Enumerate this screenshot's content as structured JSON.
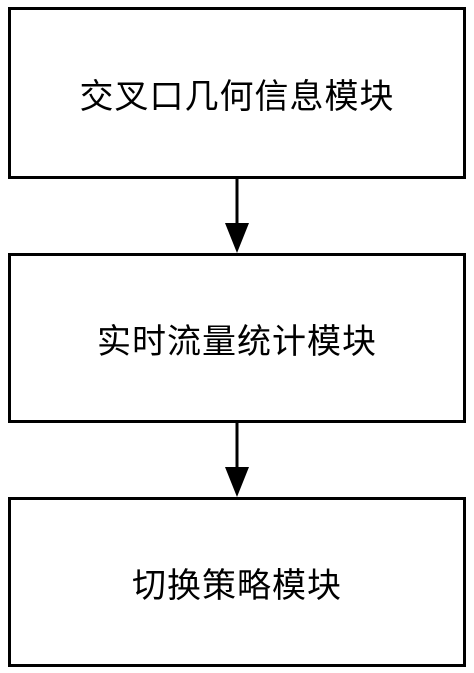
{
  "diagram": {
    "nodes": [
      {
        "label": "交叉口几何信息模块"
      },
      {
        "label": "实时流量统计模块"
      },
      {
        "label": "切换策略模块"
      }
    ],
    "edges": [
      {
        "from": 0,
        "to": 1
      },
      {
        "from": 1,
        "to": 2
      }
    ],
    "colors": {
      "stroke": "#000000",
      "background": "#ffffff"
    }
  }
}
